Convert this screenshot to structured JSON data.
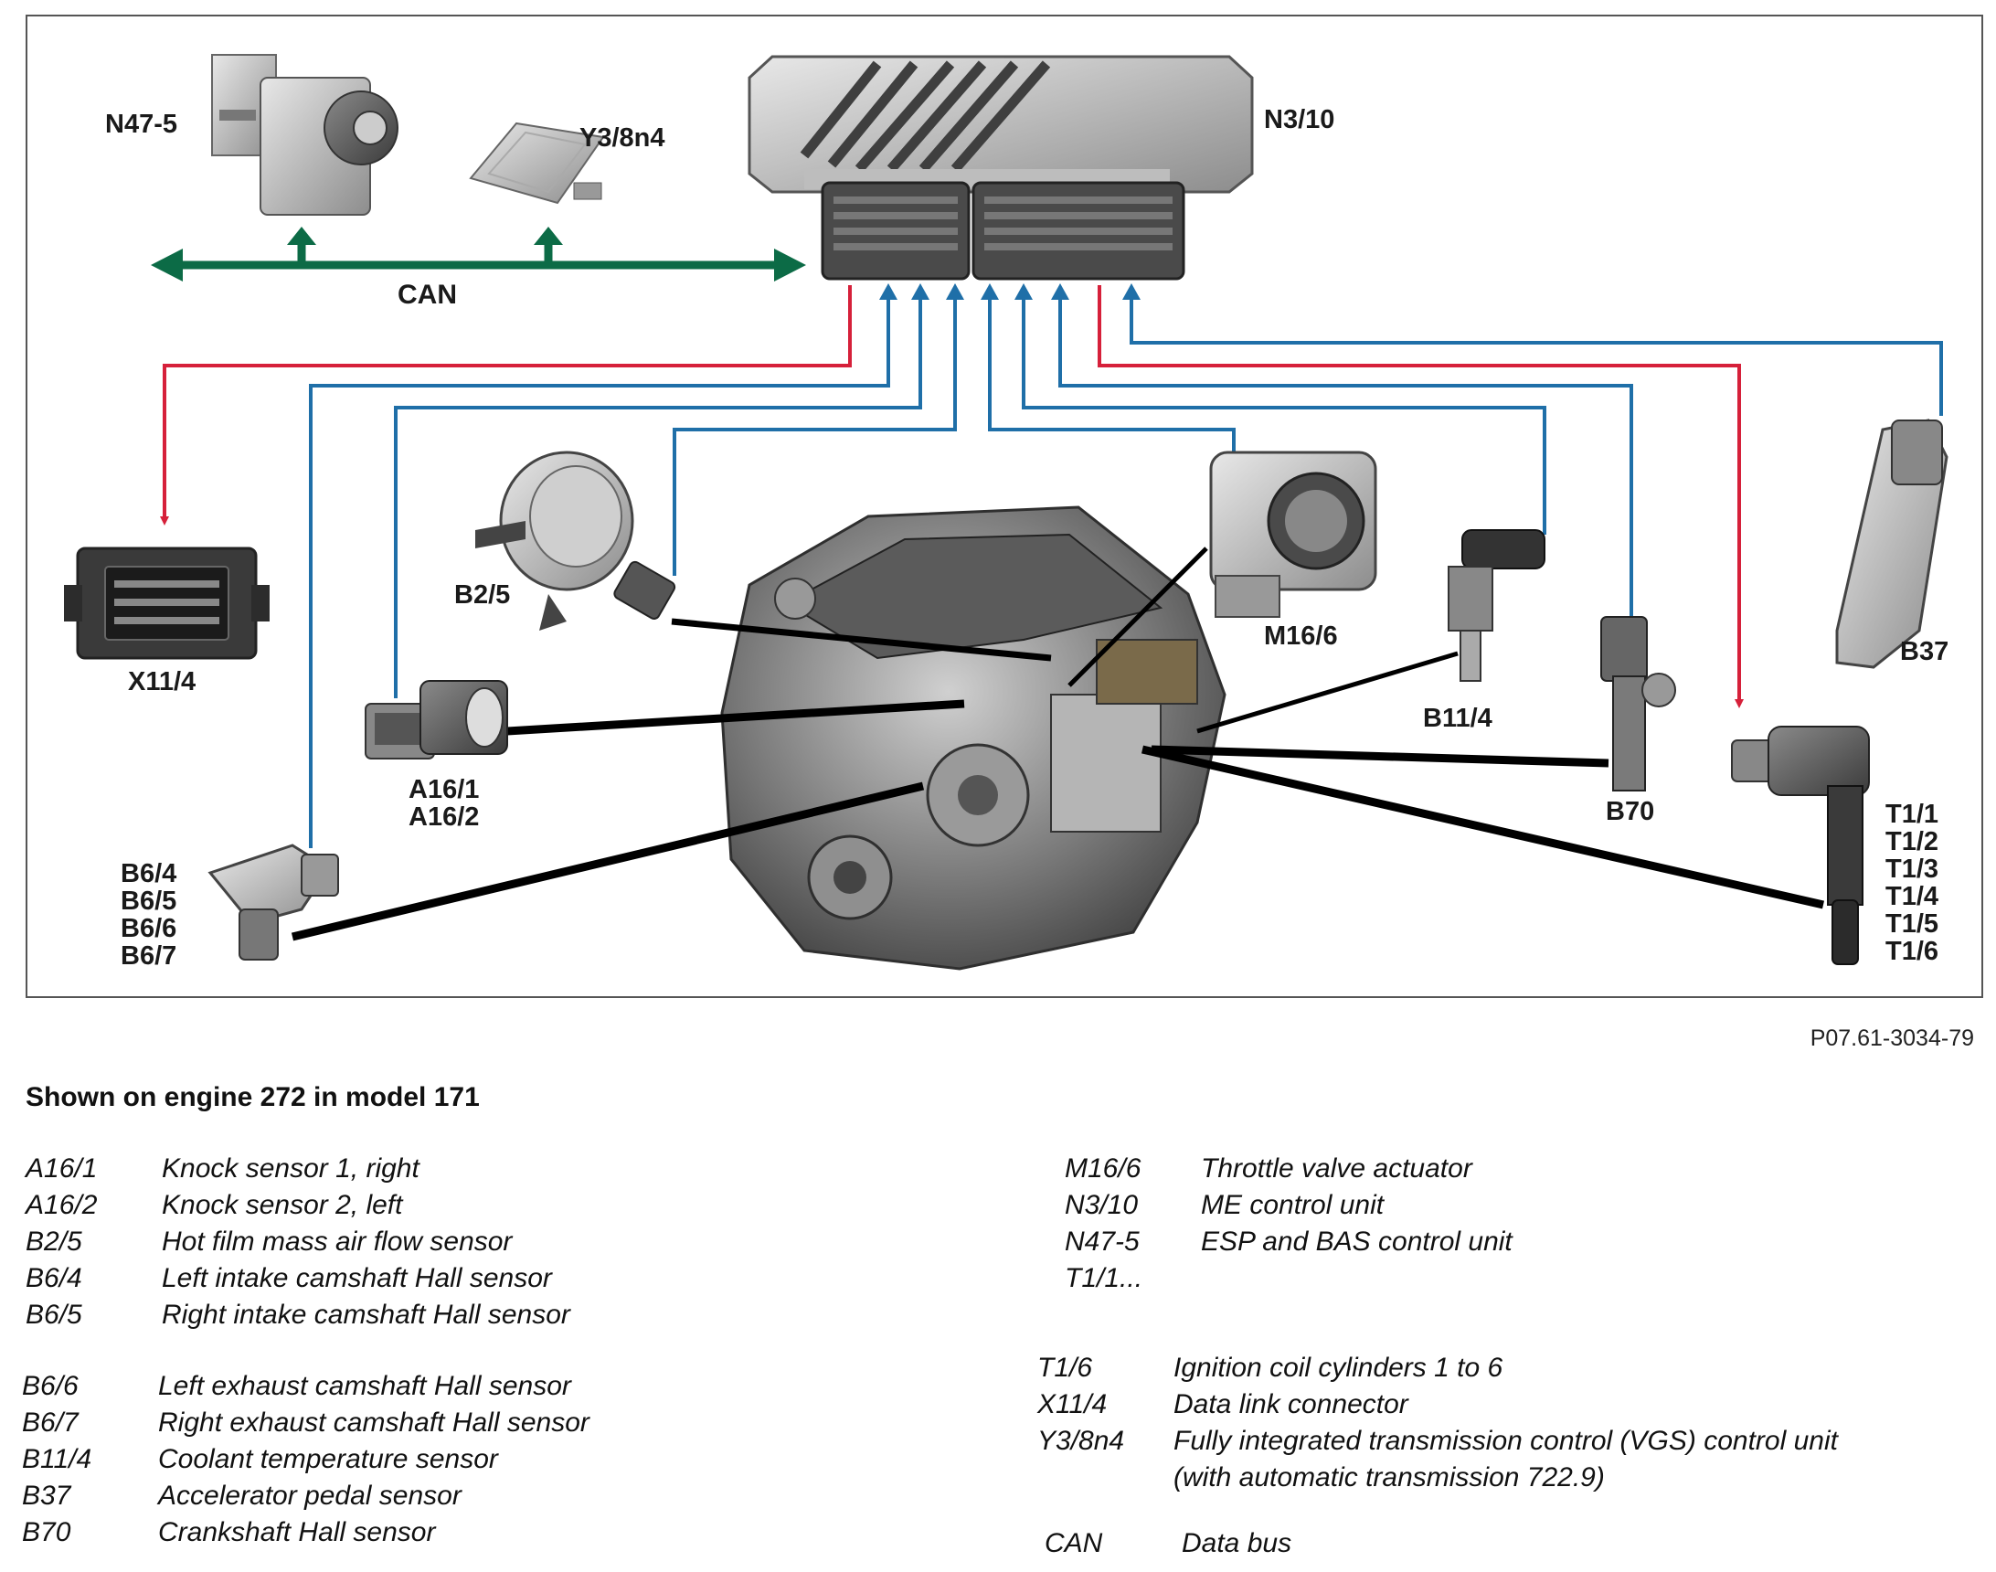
{
  "diagram": {
    "labels": {
      "n47_5": "N47-5",
      "y3_8n4": "Y3/8n4",
      "n3_10": "N3/10",
      "can": "CAN",
      "x11_4": "X11/4",
      "b2_5": "B2/5",
      "a16": [
        "A16/1",
        "A16/2"
      ],
      "b6": [
        "B6/4",
        "B6/5",
        "B6/6",
        "B6/7"
      ],
      "m16_6": "M16/6",
      "b11_4": "B11/4",
      "b70": "B70",
      "b37": "B37",
      "t1": [
        "T1/1",
        "T1/2",
        "T1/3",
        "T1/4",
        "T1/5",
        "T1/6"
      ]
    },
    "colors": {
      "can_bus": "#0c6b46",
      "input_line": "#1f6fa8",
      "output_line": "#d6203a",
      "pointer": "#000000"
    }
  },
  "ref_code": "P07.61-3034-79",
  "caption": "Shown on engine 272 in model 171",
  "legend_left_a": [
    {
      "code": "A16/1",
      "desc": "Knock sensor 1, right"
    },
    {
      "code": "A16/2",
      "desc": "Knock sensor 2, left"
    },
    {
      "code": "B2/5",
      "desc": "Hot film mass air flow sensor"
    },
    {
      "code": "B6/4",
      "desc": "Left intake camshaft Hall sensor"
    },
    {
      "code": "B6/5",
      "desc": "Right intake camshaft Hall sensor"
    }
  ],
  "legend_left_b": [
    {
      "code": "B6/6",
      "desc": "Left exhaust camshaft Hall sensor"
    },
    {
      "code": "B6/7",
      "desc": "Right exhaust camshaft Hall sensor"
    },
    {
      "code": "B11/4",
      "desc": "Coolant temperature sensor"
    },
    {
      "code": "B37",
      "desc": "Accelerator pedal sensor"
    },
    {
      "code": "B70",
      "desc": "Crankshaft Hall sensor"
    }
  ],
  "legend_right_a": [
    {
      "code": "M16/6",
      "desc": "Throttle valve actuator"
    },
    {
      "code": "N3/10",
      "desc": "ME control unit"
    },
    {
      "code": "N47-5",
      "desc": "ESP and BAS control unit"
    },
    {
      "code": "T1/1...",
      "desc": ""
    }
  ],
  "legend_right_b": [
    {
      "code": "T1/6",
      "desc": "Ignition coil cylinders 1 to 6"
    },
    {
      "code": "X11/4",
      "desc": "Data link connector"
    },
    {
      "code": "Y3/8n4",
      "desc": "Fully integrated transmission control (VGS) control unit"
    },
    {
      "code": "",
      "desc": "(with automatic transmission 722.9)"
    }
  ],
  "legend_can": {
    "code": "CAN",
    "desc": "Data bus"
  }
}
